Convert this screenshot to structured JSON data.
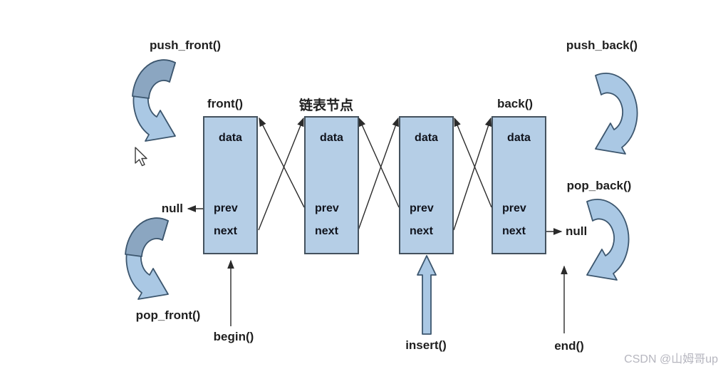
{
  "diagram": {
    "node_note": "链表节点",
    "operations": {
      "push_front": "push_front()",
      "pop_front": "pop_front()",
      "push_back": "push_back()",
      "pop_back": "pop_back()",
      "front": "front()",
      "back": "back()",
      "begin": "begin()",
      "end": "end()",
      "insert": "insert()"
    },
    "null_left": "null",
    "null_right": "null",
    "nodes": [
      {
        "data": "data",
        "prev": "prev",
        "next": "next"
      },
      {
        "data": "data",
        "prev": "prev",
        "next": "next"
      },
      {
        "data": "data",
        "prev": "prev",
        "next": "next"
      },
      {
        "data": "data",
        "prev": "prev",
        "next": "next"
      }
    ],
    "watermark": "CSDN @山姆哥up",
    "colors": {
      "node_fill": "#b5cee6",
      "node_border": "#44525e",
      "arrow_light": "#aac8e4",
      "arrow_dark": "#8ba6c1",
      "arrow_stroke": "#3c566e",
      "line": "#2b2b2b",
      "watermark": "#b6b6bf"
    }
  }
}
